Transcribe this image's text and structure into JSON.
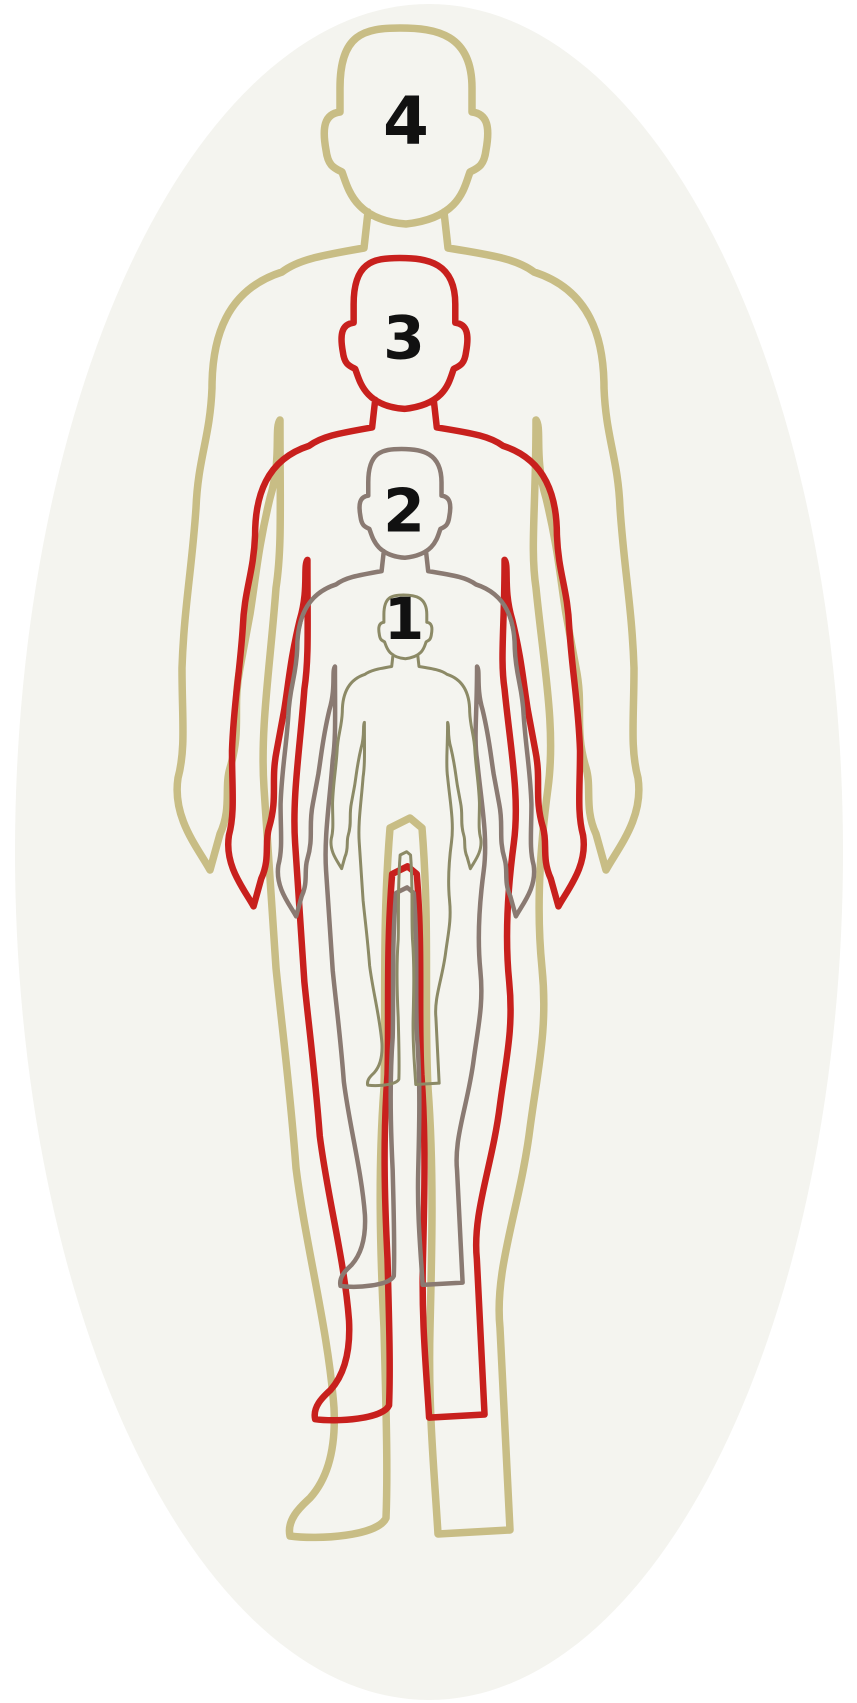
{
  "diagram": {
    "background_color": "#f4f4ef",
    "figures": [
      {
        "label": "4",
        "stroke_color": "#c8bd85"
      },
      {
        "label": "3",
        "stroke_color": "#c8201d"
      },
      {
        "label": "2",
        "stroke_color": "#8a7a72"
      },
      {
        "label": "1",
        "stroke_color": "#8c8a66"
      }
    ]
  }
}
